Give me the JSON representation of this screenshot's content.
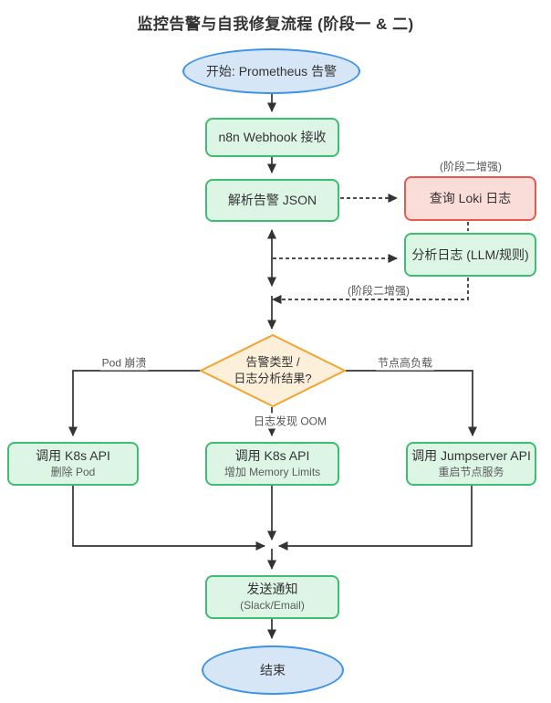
{
  "title": "监控告警与自我修复流程 (阶段一 & 二)",
  "palette": {
    "process_fill": "#ddf5e5",
    "process_border": "#3ebe70",
    "danger_fill": "#fadcd8",
    "danger_border": "#e85a4c",
    "terminal_fill": "#d7e6f7",
    "terminal_border": "#3d94e6",
    "decision_fill": "#fdf0da",
    "decision_border": "#f2a42e",
    "edge_color": "#333333",
    "label_color": "#555555"
  },
  "nodes": {
    "start": {
      "label": "开始: Prometheus 告警"
    },
    "webhook": {
      "label": "n8n Webhook 接收"
    },
    "parse": {
      "label": "解析告警 JSON"
    },
    "query_loki": {
      "label": "查询 Loki 日志"
    },
    "analyze_log": {
      "label": "分析日志 (LLM/规则)"
    },
    "decision": {
      "line1": "告警类型 /",
      "line2": "日志分析结果?"
    },
    "k8s_delete": {
      "label": "调用 K8s API",
      "sublabel": "删除 Pod"
    },
    "k8s_memory": {
      "label": "调用 K8s API",
      "sublabel": "增加 Memory Limits"
    },
    "jumpserver": {
      "label": "调用 Jumpserver API",
      "sublabel": "重启节点服务"
    },
    "notify": {
      "label": "发送通知",
      "sublabel": "(Slack/Email)"
    },
    "end": {
      "label": "结束"
    }
  },
  "edge_labels": {
    "phase2_top": "(阶段二增强)",
    "phase2_return": "(阶段二增强)",
    "pod_crash": "Pod 崩溃",
    "node_load": "节点高负载",
    "oom": "日志发现 OOM"
  }
}
